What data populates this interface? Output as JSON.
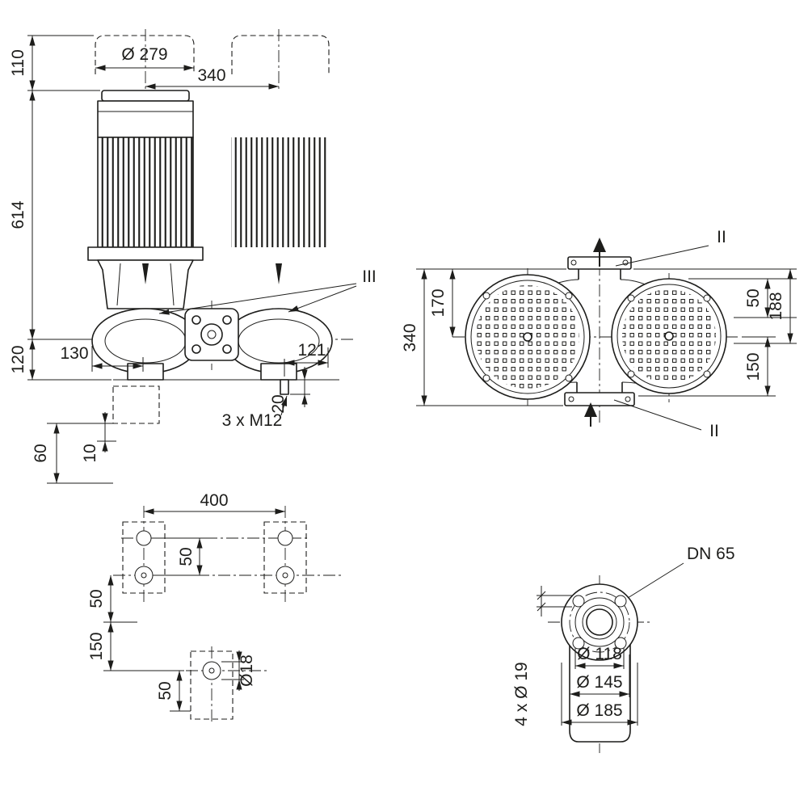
{
  "colors": {
    "line": "#1d1d1b",
    "background": "#ffffff"
  },
  "front_view": {
    "dim_motor_diameter": "Ø 279",
    "dim_motor_spacing": "340",
    "dim_lift_clearance": "110",
    "dim_height": "614",
    "dim_base_height": "120",
    "dim_left_offset": "130",
    "dim_right_offset": "121",
    "dim_drain": "20",
    "label_anchor_bolts": "3 x M12",
    "dim_depth_60": "60",
    "dim_depth_10": "10",
    "label_section": "III"
  },
  "top_view": {
    "dim_half_width": "170",
    "dim_width": "340",
    "dim_50": "50",
    "dim_188": "188",
    "dim_150": "150",
    "label_section_top": "II",
    "label_section_bottom": "II"
  },
  "foundation_view": {
    "dim_bolt_spacing": "400",
    "dim_hole_pair": "50",
    "dim_50": "50",
    "dim_150": "150",
    "dim_bottom_50": "50",
    "dim_hole_diameter": "Ø18"
  },
  "flange_view": {
    "label_nominal": "DN 65",
    "dim_raised_face": "Ø 118",
    "dim_bolt_circle": "Ø 145",
    "dim_outer": "Ø 185",
    "dim_bolt_holes": "4 x Ø 19"
  }
}
